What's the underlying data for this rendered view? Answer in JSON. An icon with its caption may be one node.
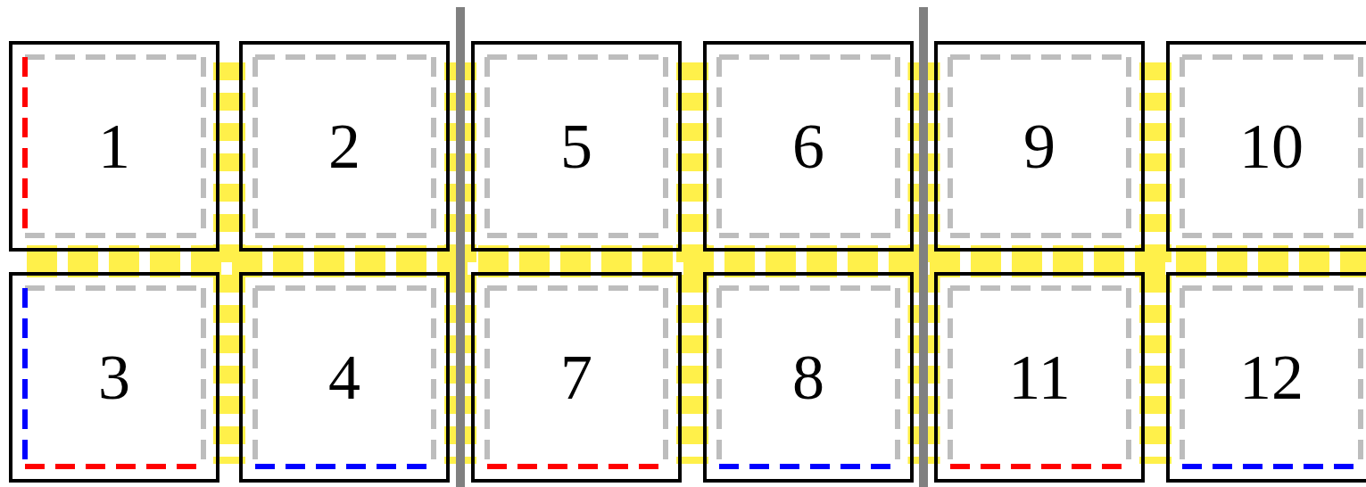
{
  "diagram": {
    "nodes": [
      {
        "text": [
          "1"
        ]
      },
      {
        "text": [
          "2"
        ]
      },
      {
        "text": [
          "5"
        ]
      },
      {
        "text": [
          "6"
        ]
      },
      {
        "text": [
          "9"
        ]
      },
      {
        "text": [
          "10"
        ]
      },
      {
        "text": [
          "3"
        ]
      },
      {
        "text": [
          "4"
        ]
      },
      {
        "text": [
          "7"
        ]
      },
      {
        "text": [
          "8"
        ]
      },
      {
        "text": [
          "11"
        ]
      },
      {
        "text": [
          "12"
        ]
      }
    ],
    "edges": []
  }
}
